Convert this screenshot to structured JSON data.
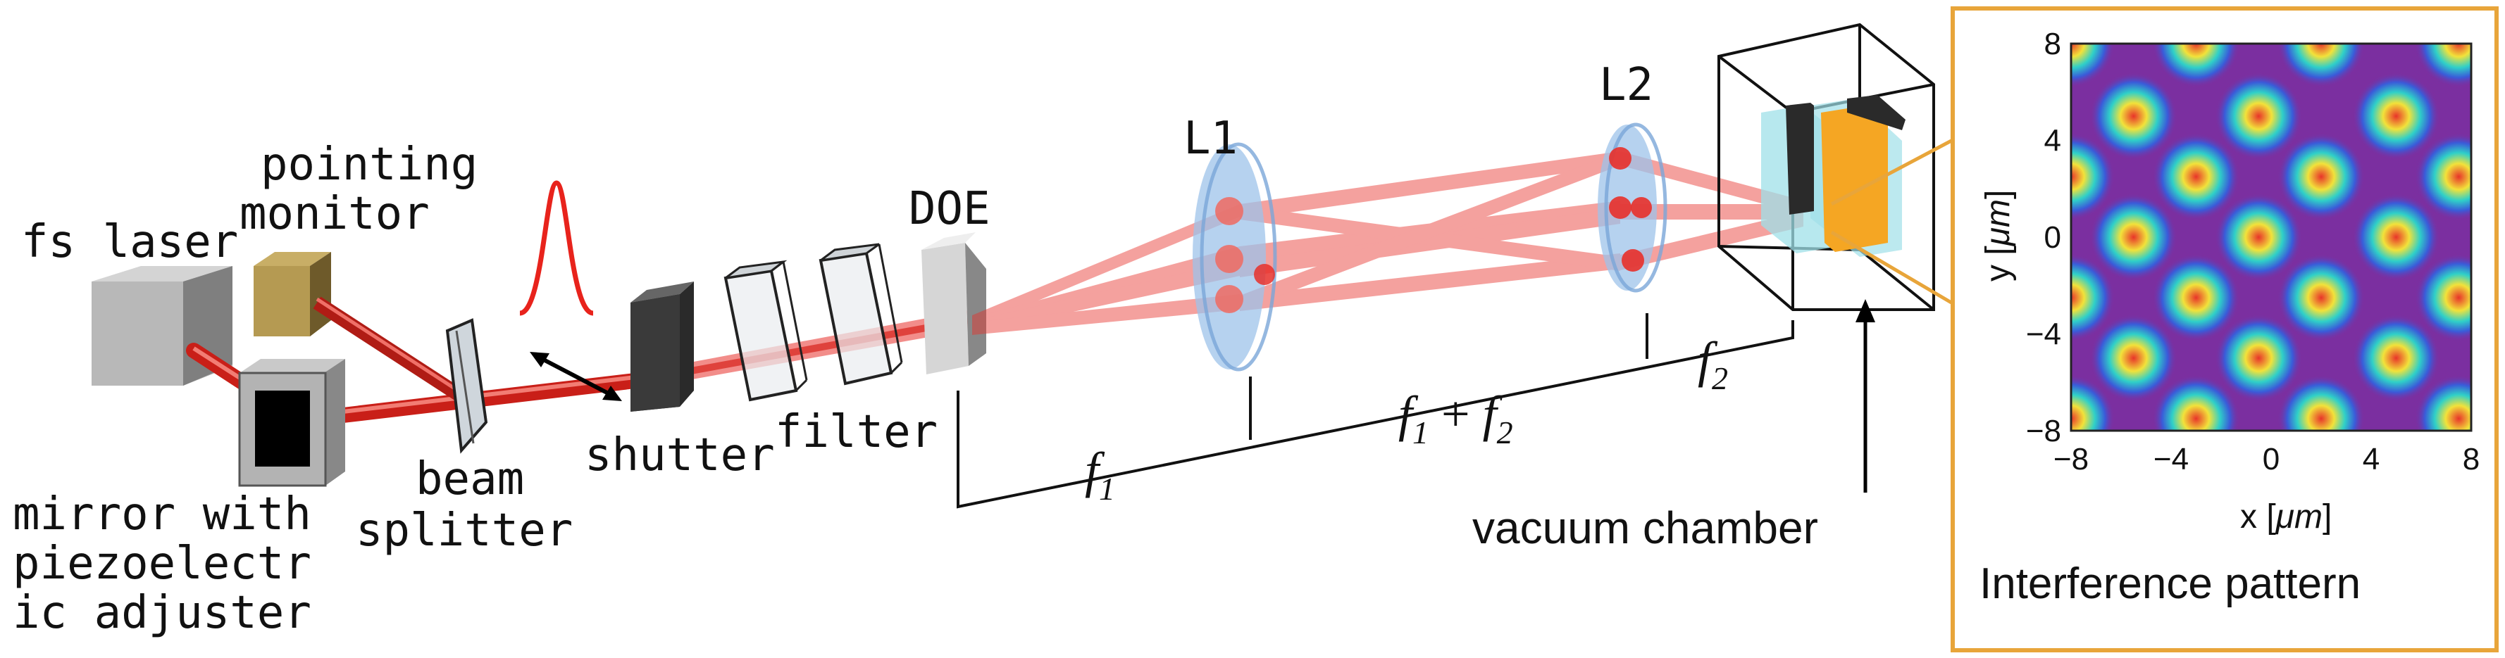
{
  "labels": {
    "fs_laser": "fs laser",
    "pointing_monitor_line1": "pointing",
    "pointing_monitor_line2": "monitor",
    "mirror_line1": "mirror with",
    "mirror_line2": "piezoelectr",
    "mirror_line3": "ic adjuster",
    "beam_splitter_line1": "beam",
    "beam_splitter_line2": "splitter",
    "shutter": "shutter",
    "filter": "filter",
    "doe": "DOE",
    "l1": "L1",
    "l2": "L2",
    "vacuum_chamber": "vacuum chamber",
    "dim_f1": "f",
    "dim_f1_sub": "1",
    "dim_f1f2_a": "f",
    "dim_f1f2_a_sub": "1",
    "dim_f1f2_plus": " + ",
    "dim_f1f2_b": "f",
    "dim_f1f2_b_sub": "2",
    "dim_f2": "f",
    "dim_f2_sub": "2"
  },
  "inset": {
    "caption": "Interference pattern",
    "border_color": "#e8a53a",
    "chart_data": {
      "type": "heatmap",
      "title": "",
      "xlabel_prefix": "x [",
      "xlabel_unit": "μm",
      "xlabel_suffix": "]",
      "ylabel_prefix": "y [",
      "ylabel_unit": "μm",
      "ylabel_suffix": "]",
      "xlim": [
        -8,
        8
      ],
      "ylim": [
        -8,
        8
      ],
      "x_ticks": [
        "−8",
        "−4",
        "0",
        "4",
        "8"
      ],
      "y_ticks": [
        "8",
        "4",
        "0",
        "−4",
        "−8"
      ],
      "colormap": [
        "#7b2fa0",
        "#3a5bd9",
        "#2fd0c8",
        "#f2e23a",
        "#e8342a"
      ],
      "pattern": "hexagonal lattice of intensity maxima, period ≈ 5 μm",
      "maxima_rows": [
        {
          "y": 8.0,
          "x": [
            -8.0,
            -3.0,
            2.0,
            7.5
          ]
        },
        {
          "y": 5.0,
          "x": [
            -5.5,
            -0.5,
            5.0
          ]
        },
        {
          "y": 2.5,
          "x": [
            -8.0,
            -3.0,
            2.0,
            7.5
          ]
        },
        {
          "y": 0.0,
          "x": [
            -5.5,
            -0.5,
            5.0
          ]
        },
        {
          "y": -2.5,
          "x": [
            -8.0,
            -3.0,
            2.0,
            7.5
          ]
        },
        {
          "y": -5.0,
          "x": [
            -5.5,
            -0.5,
            5.0
          ]
        },
        {
          "y": -7.5,
          "x": [
            -8.0,
            -3.0,
            2.0,
            7.5
          ]
        }
      ]
    }
  },
  "colors": {
    "beam": "#e8302a",
    "lens": "#9ec3ea",
    "inset_border": "#e8a53a",
    "sample_orange": "#f5a623",
    "sample_cyan": "#9fe0e8"
  }
}
